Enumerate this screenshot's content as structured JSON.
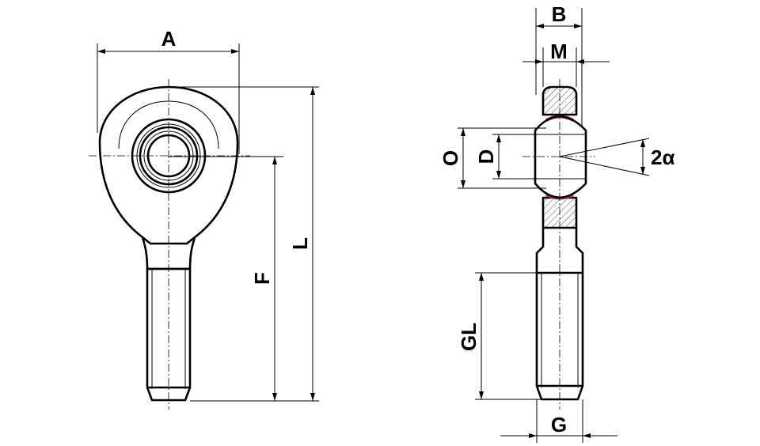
{
  "labels": {
    "A": "A",
    "L": "L",
    "F": "F",
    "B": "B",
    "M": "M",
    "O": "O",
    "D": "D",
    "two_alpha": "2α",
    "GL": "GL",
    "G": "G"
  },
  "colors": {
    "line": "#000000",
    "liner": "#b0306a",
    "background": "#ffffff"
  }
}
